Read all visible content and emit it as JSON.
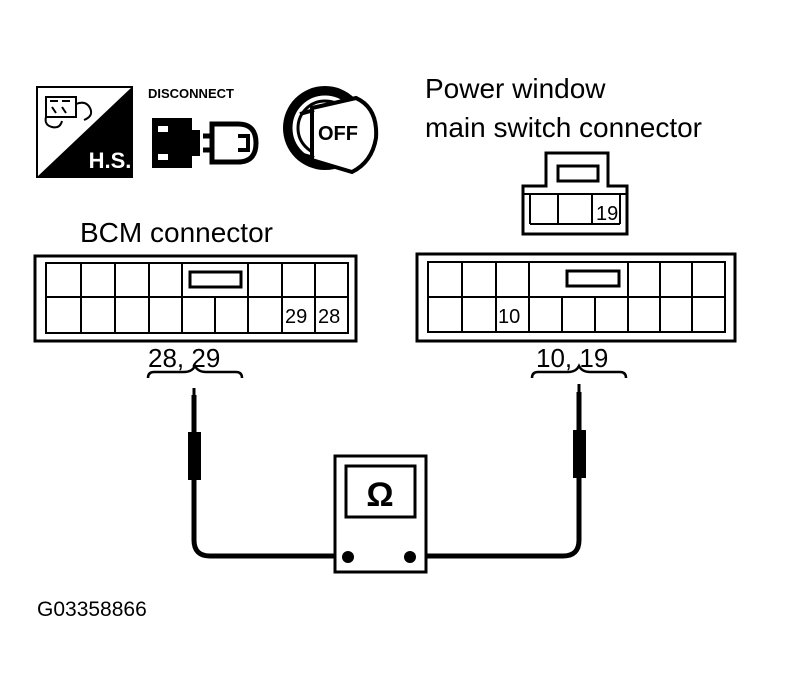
{
  "icons": {
    "hs_text": "H.S.",
    "disconnect_text": "DISCONNECT",
    "off_text": "OFF"
  },
  "bcm": {
    "title": "BCM connector",
    "pin_a": "29",
    "pin_b": "28",
    "pins_label": "28, 29"
  },
  "pw_switch": {
    "title_line1": "Power window",
    "title_line2": "main switch connector",
    "small_pin": "19",
    "big_pin": "10",
    "pins_label": "10, 19"
  },
  "meter": {
    "symbol": "Ω"
  },
  "figure_code": "G03358866"
}
